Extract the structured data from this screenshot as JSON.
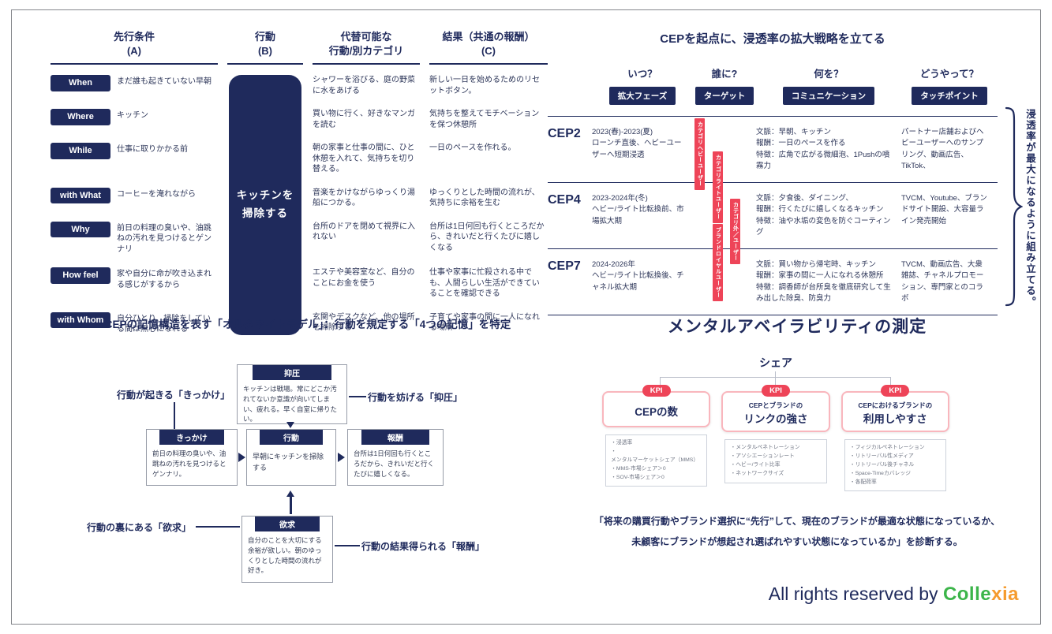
{
  "colors": {
    "navy": "#1f2a5c",
    "red": "#ee4458",
    "brand_green": "#3cb54a",
    "brand_orange": "#f59b2e"
  },
  "behavior_table": {
    "headers": [
      {
        "title": "先行条件",
        "sub": "(A)"
      },
      {
        "title": "行動",
        "sub": "(B)"
      },
      {
        "title": "代替可能な",
        "sub": "行動/別カテゴリ"
      },
      {
        "title": "結果（共通の報酬）",
        "sub": "(C)"
      }
    ],
    "action_label": "キッチンを\n掃除する",
    "rows": [
      {
        "label": "When",
        "condition": "まだ誰も起きていない早朝",
        "alternative": "シャワーを浴びる、庭の野菜に水をあげる",
        "result": "新しい一日を始めるためのリセットボタン。"
      },
      {
        "label": "Where",
        "condition": "キッチン",
        "alternative": "買い物に行く、好きなマンガを読む",
        "result": "気持ちを整えてモチベーションを保つ休憩所"
      },
      {
        "label": "While",
        "condition": "仕事に取りかかる前",
        "alternative": "朝の家事と仕事の間に、ひと休憩を入れて、気持ちを切り替える。",
        "result": "一日のペースを作れる。"
      },
      {
        "label": "with What",
        "condition": "コーヒーを淹れながら",
        "alternative": "音楽をかけながらゆっくり湯船につかる。",
        "result": "ゆっくりとした時間の流れが、気持ちに余裕を生む"
      },
      {
        "label": "Why",
        "condition": "前日の料理の臭いや、油跳ねの汚れを見つけるとゲンナリ",
        "alternative": "台所のドアを閉めて視界に入れない",
        "result": "台所は1日何回も行くところだから、きれいだと行くたびに嬉しくなる"
      },
      {
        "label": "How feel",
        "condition": "家や自分に命が吹き込まれる感じがするから",
        "alternative": "エステや美容室など、自分のことにお金を使う",
        "result": "仕事や家事に忙殺される中でも、人間らしい生活ができていることを確認できる"
      },
      {
        "label": "with Whom",
        "condition": "自分ひとり、掃除をしている間は無心になれる",
        "alternative": "玄関やデスクなど、他の場所を掃除する",
        "result": "子育てや家事の間に一人になれる場所"
      }
    ]
  },
  "cep_strategy": {
    "title": "CEPを起点に、浸透率の拡大戦略を立てる",
    "columns": [
      {
        "question": "いつ？",
        "pill": "拡大フェーズ"
      },
      {
        "question": "誰に?",
        "pill": "ターゲット"
      },
      {
        "question": "何を？",
        "pill": "コミュニケーション"
      },
      {
        "question": "どうやって？",
        "pill": "タッチポイント"
      }
    ],
    "rows": [
      {
        "cep": "CEP2",
        "phase": "2023(春)-2023(夏)\nローンチ直後、ヘビーユーザーへ短期浸透",
        "communication": "文脈：早朝、キッチン\n報酬：一日のペースを作る\n特徴：広角で広がる微細泡、1Pushの噴霧力",
        "touchpoint": "パートナー店舗およびヘビーユーザーへのサンプリング、動画広告、TikTok、"
      },
      {
        "cep": "CEP4",
        "phase": "2023-2024年(冬)\nヘビー/ライト比転換前、市場拡大期",
        "communication": "文脈：夕食後、ダイニング、\n報酬：行くたびに嬉しくなるキッチン\n特徴：油や水垢の変色を防ぐコーティング",
        "touchpoint": "TVCM、Youtube、ブランドサイト開設、大容量ライン発売開始"
      },
      {
        "cep": "CEP7",
        "phase": "2024-2026年\nヘビー/ライト比転換後、チャネル拡大期",
        "communication": "文脈：買い物から帰宅時、キッチン\n報酬：家事の間に一人になれる休憩所\n特徴：調香師が台所臭を徹底研究して生み出した除臭、防臭力",
        "touchpoint": "TVCM、動画広告、大衆雑誌、チャネルプロモーション、専門家とのコラボ"
      }
    ],
    "tags": [
      "カテゴリヘビーユーザー",
      "カテゴリライトユーザー",
      "カテゴリ外／ユーザー",
      "ブランドロイヤルユーザー"
    ],
    "brace_note": "浸透率が最大になるように組み立てる。"
  },
  "alternate_model": {
    "title": "CEPの記憶構造を表す「オルタネイトモデル」：行動を規定する「4つの記憶」を特定",
    "boxes": {
      "suppression": {
        "label": "抑圧",
        "body": "キッチンは戦場。常にどこか汚れてないか意識が向いてしまい、疲れる。早く自室に帰りたい。"
      },
      "cue": {
        "label": "きっかけ",
        "body": "前日の料理の臭いや、油跳ねの汚れを見つけるとゲンナリ。"
      },
      "action": {
        "label": "行動",
        "body": "早朝にキッチンを掃除する"
      },
      "reward": {
        "label": "報酬",
        "body": "台所は1日何回も行くところだから、きれいだと行くたびに嬉しくなる。"
      },
      "desire": {
        "label": "欲求",
        "body": "自分のことを大切にする余裕が欲しい。朝のゆっくりとした時間の流れが好き。"
      }
    },
    "annotations": {
      "cue": "行動が起きる「きっかけ」",
      "suppression": "行動を妨げる「抑圧」",
      "desire": "行動の裏にある「欲求」",
      "reward": "行動の結果得られる「報酬」"
    }
  },
  "mental_availability": {
    "title": "メンタルアベイラビリティの測定",
    "share_label": "シェア",
    "kpi_badge": "KPI",
    "kpis": [
      {
        "title_top": "",
        "title_main": "CEPの数",
        "bullets": [
          "浸透率",
          "メンタルマーケットシェア（MMS）",
          "MMS-市場シェア＞0",
          "SOV-市場シェア＞0"
        ]
      },
      {
        "title_top": "CEPとブランドの",
        "title_main": "リンクの強さ",
        "bullets": [
          "メンタルペネトレーション",
          "アソシエーションレート",
          "ヘビー/ライト比率",
          "ネットワークサイズ"
        ]
      },
      {
        "title_top": "CEPにおけるブランドの",
        "title_main": "利用しやすさ",
        "bullets": [
          "フィジカルペネトレーション",
          "リトリーバル性メディア",
          "リトリーバル後チャネル",
          "Space-Timeカバレッジ",
          "各配荷率"
        ]
      }
    ],
    "quote": "「将来の購買行動やブランド選択に“先行”して、現在のブランドが最適な状態になっているか、\n未顧客にブランドが想起され選ばれやすい状態になっているか」を診断する。"
  },
  "footer": {
    "text": "All rights reserved by",
    "brand_part1": "Colle",
    "brand_part2": "xia"
  }
}
